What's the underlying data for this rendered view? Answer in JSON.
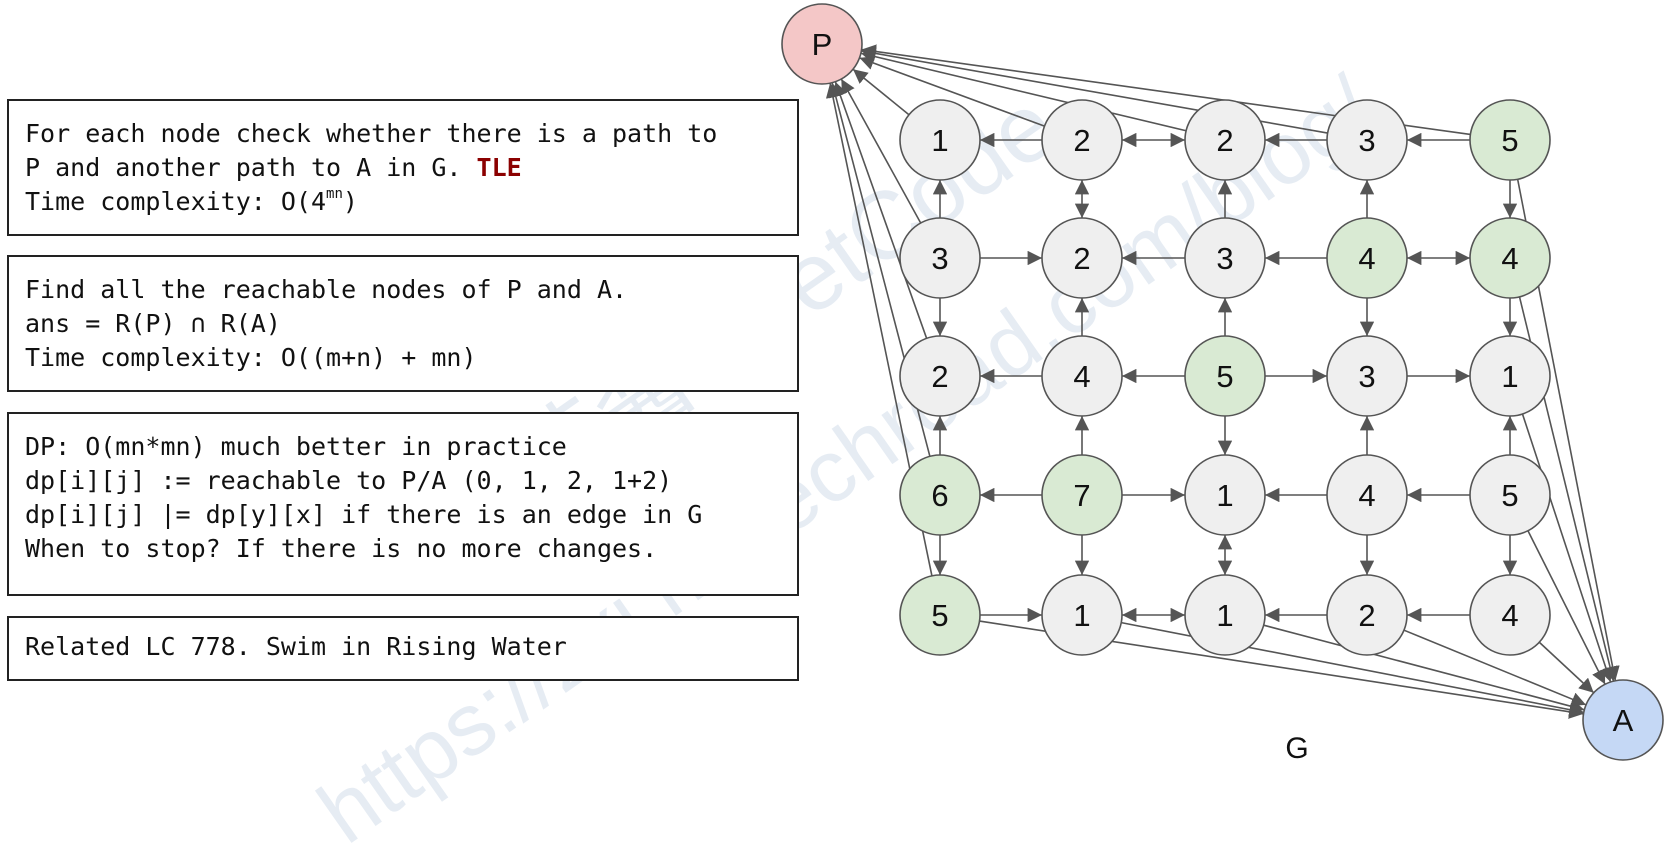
{
  "boxes": [
    {
      "line1": "For each node check whether there is a path to",
      "line2": "P and another path to A in G. ",
      "tle": "TLE",
      "line3": "Time complexity: O(4",
      "line3_sup": "mn",
      "line3_end": ")"
    },
    {
      "line1": "Find all the reachable nodes of P and A.",
      "line2": "ans = R(P) ∩ R(A)",
      "line3": "Time complexity: O((m+n) + mn)"
    },
    {
      "line1": "DP: O(mn*mn) much better in practice",
      "line2": "dp[i][j] := reachable to P/A (0, 1, 2, 1+2)",
      "line3": "dp[i][j] |= dp[y][x] if there is an edge in G",
      "line4": "When to stop? If there is no more changes."
    },
    {
      "line1": "Related LC 778. Swim in Rising Water"
    }
  ],
  "graph": {
    "caption": "G",
    "p_label": "P",
    "a_label": "A",
    "grid": [
      [
        1,
        2,
        2,
        3,
        5
      ],
      [
        3,
        2,
        3,
        4,
        4
      ],
      [
        2,
        4,
        5,
        3,
        1
      ],
      [
        6,
        7,
        1,
        4,
        5
      ],
      [
        5,
        1,
        1,
        2,
        4
      ]
    ],
    "highlight": [
      [
        0,
        4
      ],
      [
        1,
        3
      ],
      [
        1,
        4
      ],
      [
        2,
        2
      ],
      [
        3,
        0
      ],
      [
        3,
        1
      ],
      [
        4,
        0
      ]
    ],
    "colors": {
      "p_node": "#f4c7c7",
      "a_node": "#c5d8f5",
      "green": "#d9ead3",
      "gray": "#efefef",
      "stroke": "#555555"
    }
  },
  "watermark": {
    "line1": "花花酱 LeetCode",
    "line2": "https://zxi.mytechroad.com/blog/"
  }
}
